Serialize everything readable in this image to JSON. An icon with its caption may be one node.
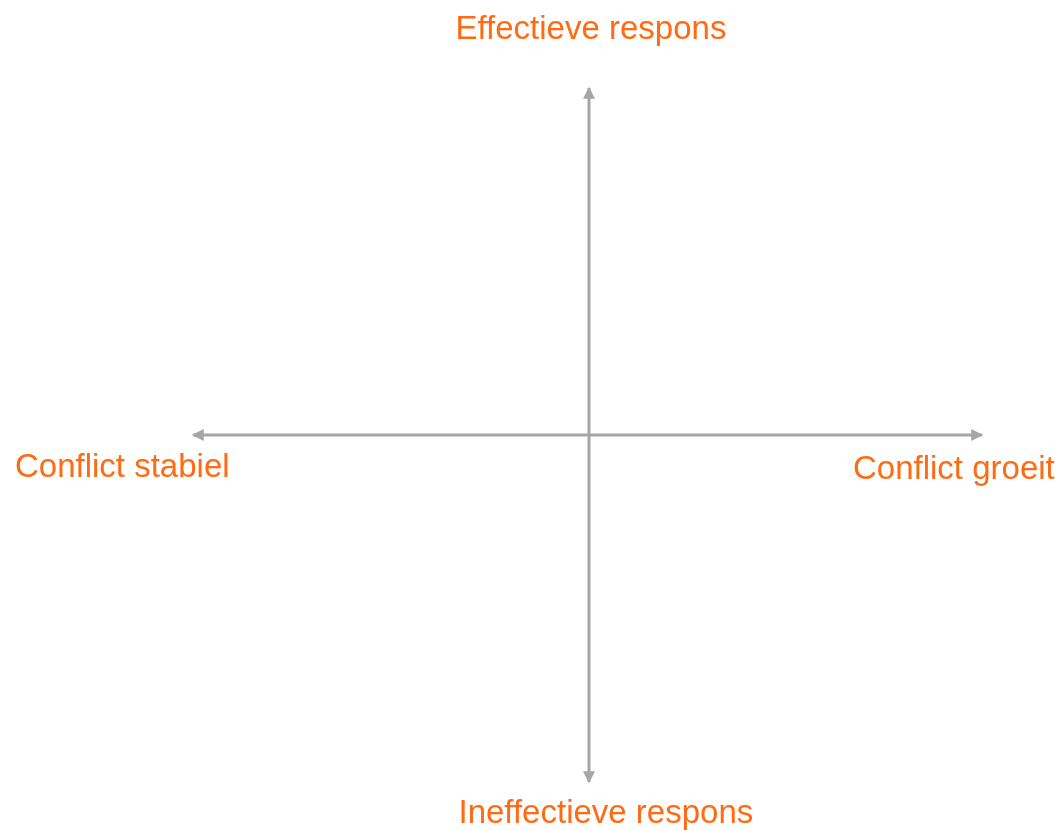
{
  "diagram": {
    "labels": [
      "Effectieve respons",
      "Conflict stabiel",
      "Conflict groeit",
      "Ineffectieve respons"
    ]
  }
}
